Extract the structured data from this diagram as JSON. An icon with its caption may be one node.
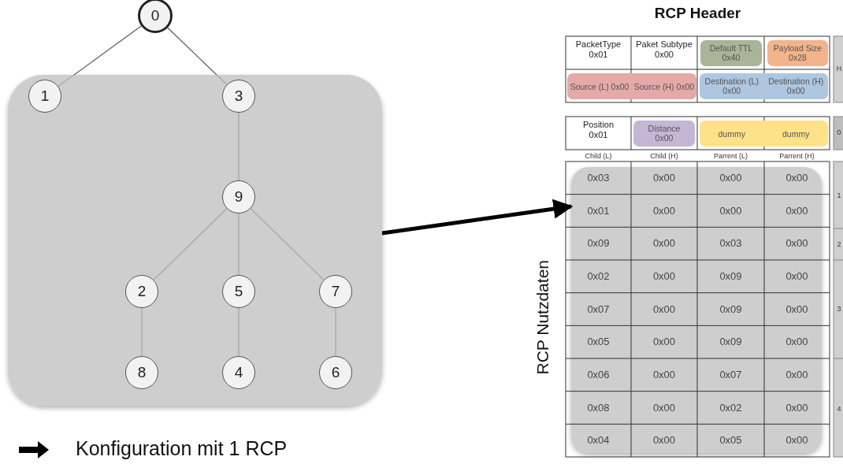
{
  "diagram": {
    "nodes": [
      {
        "text": [
          "0"
        ]
      },
      {
        "text": [],
        "shape": "box"
      },
      {
        "text": [
          "1"
        ],
        "in": 1
      },
      {
        "text": [
          "3"
        ],
        "in": 1
      },
      {
        "text": [
          "9"
        ],
        "in": 1
      },
      {
        "text": [
          "2"
        ],
        "in": 1
      },
      {
        "text": [
          "5"
        ],
        "in": 1
      },
      {
        "text": [
          "7"
        ],
        "in": 1
      },
      {
        "text": [
          "8"
        ],
        "in": 1
      },
      {
        "text": [
          "4"
        ],
        "in": 1
      },
      {
        "text": [
          "6"
        ],
        "in": 1
      },
      {
        "text": [
          "RCP Header"
        ]
      },
      {
        "text": [
          "Default TTL 0x40"
        ],
        "in": 11
      },
      {
        "text": [
          "Payload Size 0x28"
        ],
        "in": 11
      },
      {
        "text": [
          "Source (L) 0x00",
          "Source (H) 0x00"
        ],
        "in": 11
      },
      {
        "text": [
          "Destination (L) 0x00",
          "Destination (H) 0x00"
        ],
        "in": 11
      },
      {
        "text": [
          "Distance 0x00"
        ]
      },
      {
        "text": [
          "dummy",
          "dummy"
        ]
      },
      {
        "text": [],
        "shape": "box"
      }
    ],
    "edges": [
      {
        "from": 0,
        "to": 2,
        "arrow": "none"
      },
      {
        "from": 0,
        "to": 3,
        "arrow": "none"
      },
      {
        "from": 3,
        "to": 4,
        "arrow": "none"
      },
      {
        "from": 4,
        "to": 5,
        "arrow": "none"
      },
      {
        "from": 4,
        "to": 6,
        "arrow": "none"
      },
      {
        "from": 4,
        "to": 7,
        "arrow": "none"
      },
      {
        "from": 5,
        "to": 8,
        "arrow": "none"
      },
      {
        "from": 6,
        "to": 9,
        "arrow": "none"
      },
      {
        "from": 7,
        "to": 10,
        "arrow": "none"
      },
      {
        "from": 1,
        "to": 18,
        "arrow": "to",
        "style": "thick",
        "color": "#000000"
      }
    ],
    "labels": [
      "PacketType 0x01",
      "Paket Subtype 0x00",
      "H",
      "Position 0x01",
      "0",
      "Child (L)",
      "Child (H)",
      "Parrent (L)",
      "Parrent (H)",
      "0x03",
      "0x00",
      "0x00",
      "0x00",
      "0x01",
      "0x00",
      "0x00",
      "0x00",
      "0x09",
      "0x00",
      "0x03",
      "0x00",
      "0x02",
      "0x00",
      "0x09",
      "0x00",
      "0x07",
      "0x00",
      "0x09",
      "0x00",
      "0x05",
      "0x00",
      "0x09",
      "0x00",
      "0x06",
      "0x00",
      "0x07",
      "0x00",
      "0x08",
      "0x00",
      "0x02",
      "0x00",
      "0x04",
      "0x00",
      "0x05",
      "0x00",
      "1",
      "2",
      "3",
      "4",
      "RCP Nutzdaten",
      "Konfiguration mit 1 RCP"
    ]
  }
}
